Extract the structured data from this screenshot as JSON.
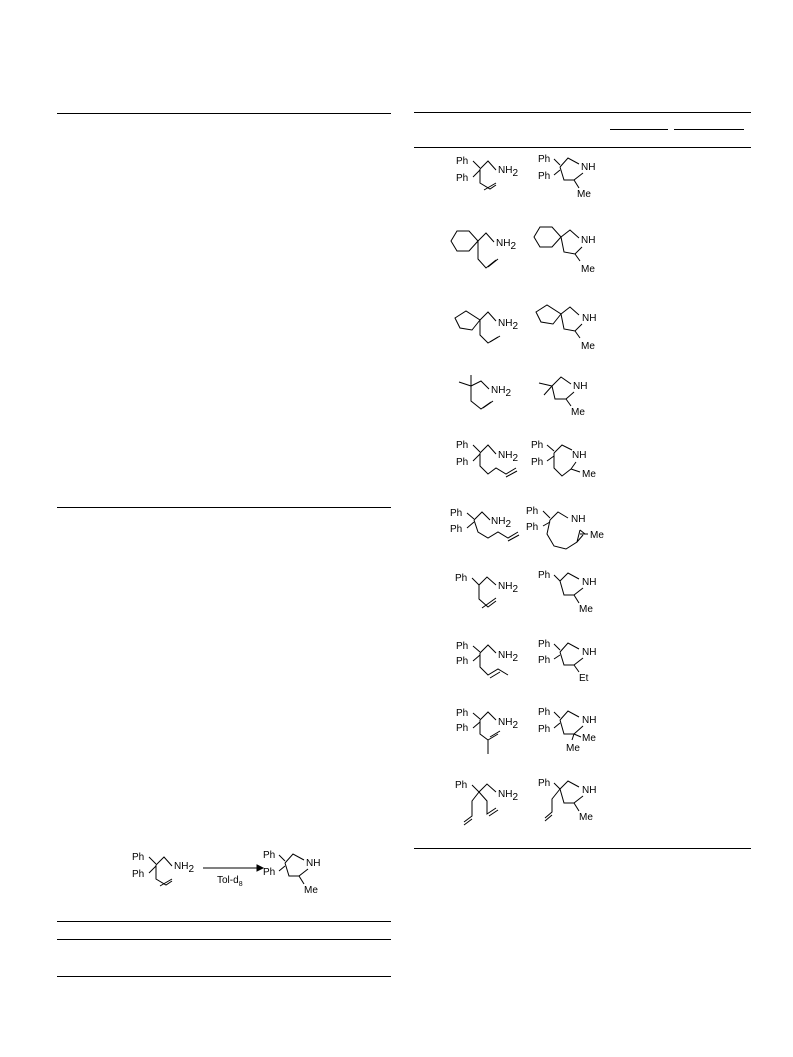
{
  "labels": {
    "Ph": "Ph",
    "NH": "NH",
    "N": "NH",
    "H2": "2",
    "Me": "Me",
    "Et": "Et"
  },
  "scheme": {
    "conditions_main": "Tol-d",
    "conditions_sub": "8"
  }
}
